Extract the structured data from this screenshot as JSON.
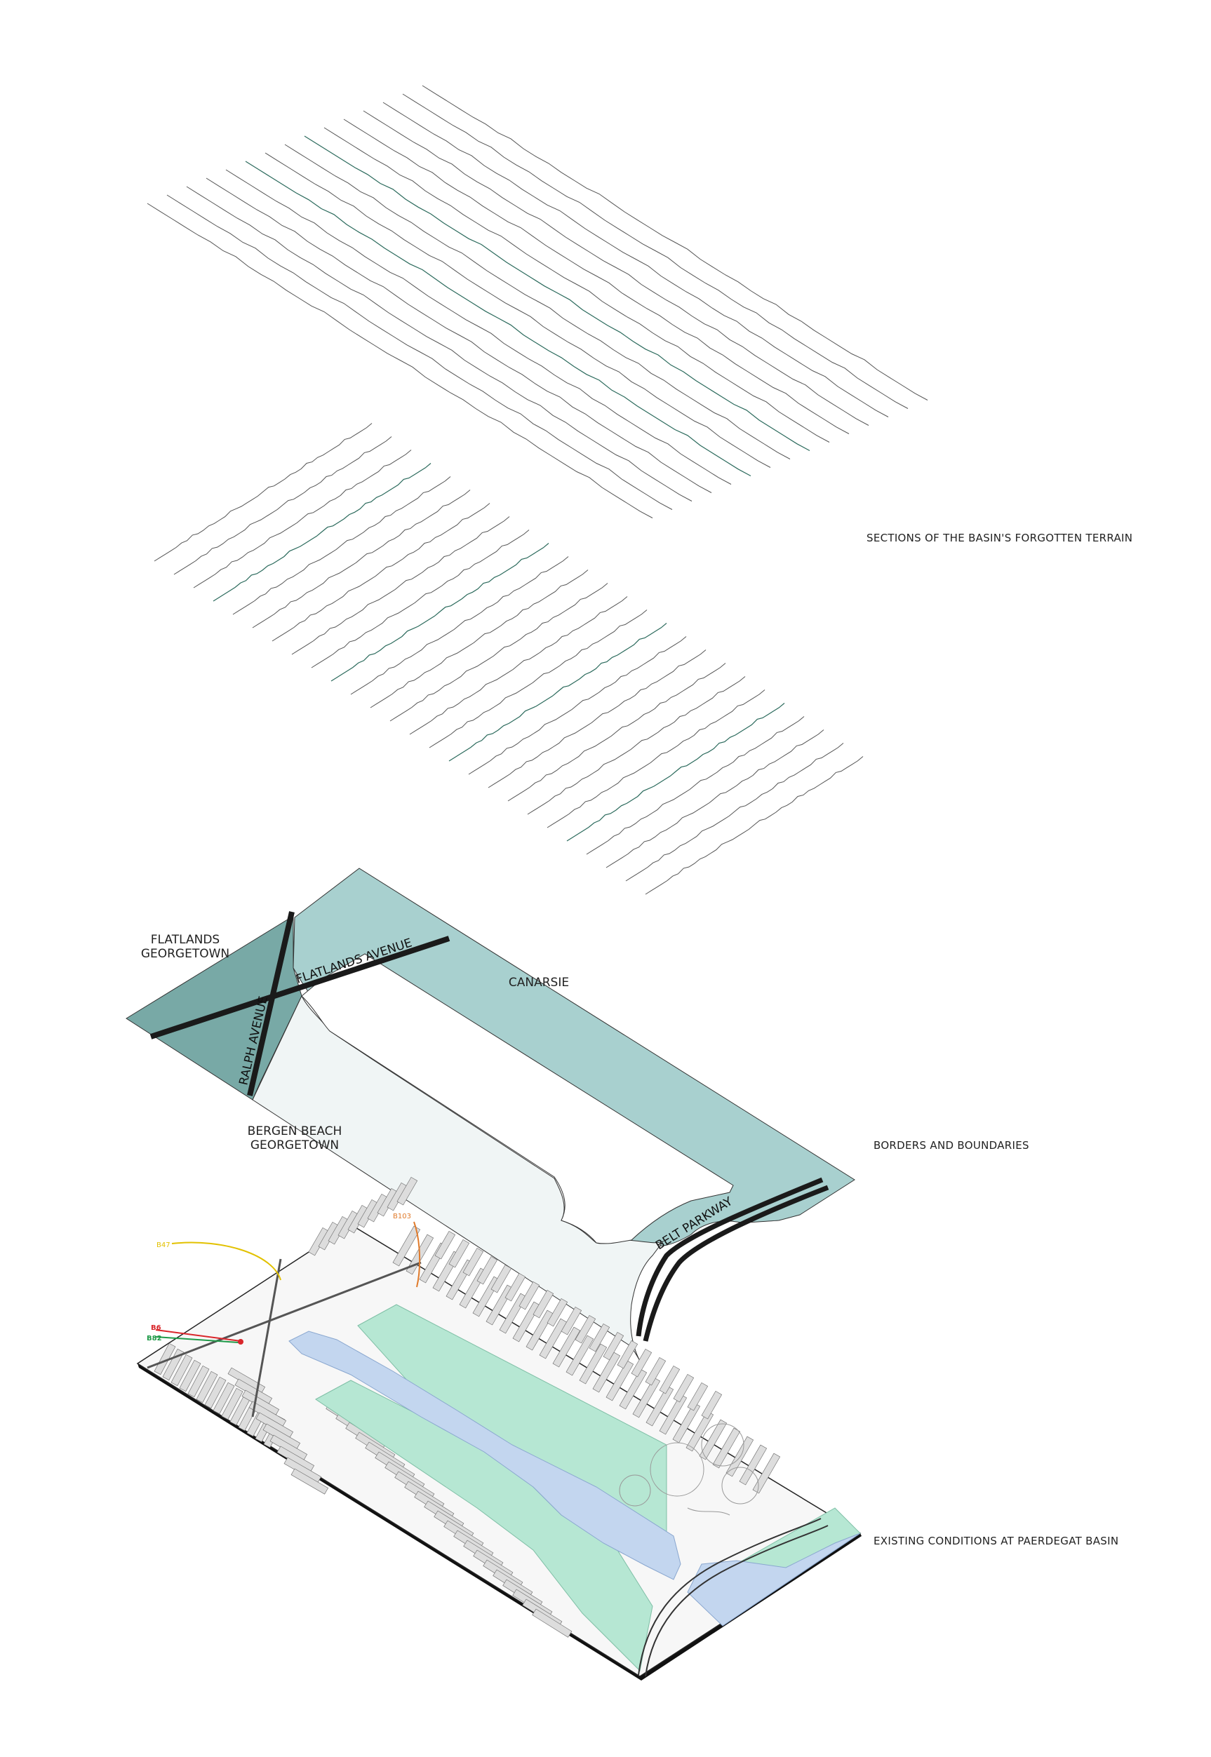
{
  "captions": {
    "sections": "SECTIONS OF THE BASIN'S FORGOTTEN TERRAIN",
    "borders": "BORDERS AND BOUNDARIES",
    "existing": "EXISTING CONDITIONS AT PAERDEGAT BASIN"
  },
  "neighborhoods": {
    "flatlands": "FLATLANDS\nGEORGETOWN",
    "bergen": "BERGEN BEACH\nGEORGETOWN",
    "canarsie": "CANARSIE"
  },
  "roads": {
    "flatlands_ave": "FLATLANDS AVENUE",
    "ralph_ave": "RALPH AVENUE",
    "belt_pkwy": "BELT PARKWAY"
  },
  "bus_routes": [
    {
      "name": "B47",
      "color": "#e2c100"
    },
    {
      "name": "B103",
      "color": "#e07a2a"
    },
    {
      "name": "B6",
      "color": "#d9262b"
    },
    {
      "name": "B82",
      "color": "#1f9a48"
    }
  ],
  "colors": {
    "district_teal": "#a8d0cf",
    "district_dark": "#78a9a6",
    "district_pale": "#f0f5f5",
    "water": "#c3d6ef",
    "park": "#b6e7d3",
    "section_accent": "#2b6a5c"
  }
}
